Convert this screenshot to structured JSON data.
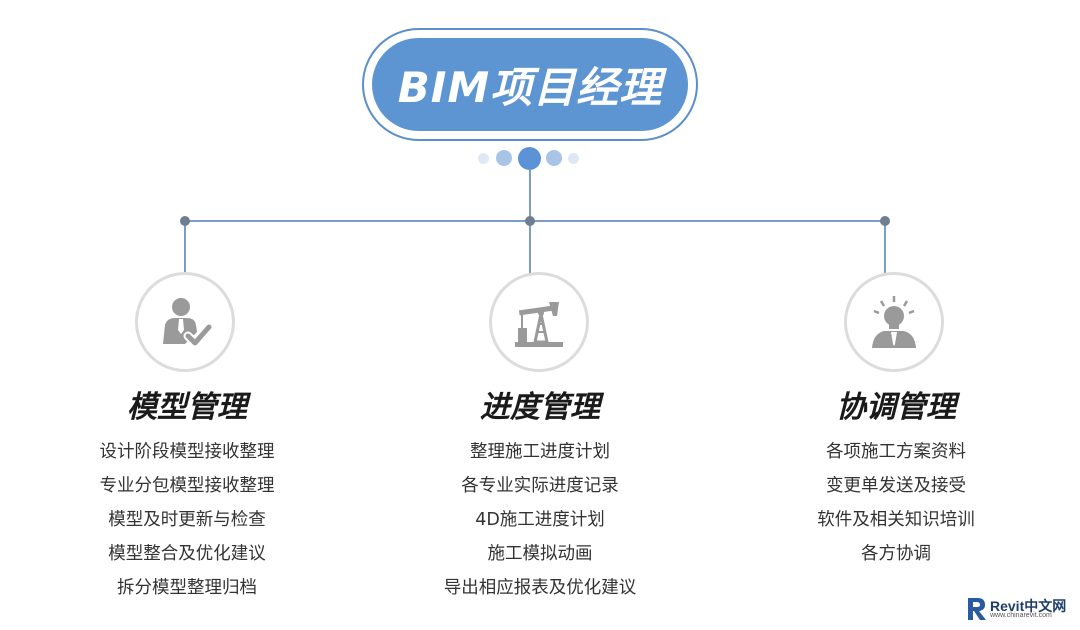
{
  "title": "BIM项目经理",
  "columns": [
    {
      "title": "模型管理",
      "icon": "manager-check-icon",
      "items": [
        "设计阶段模型接收整理",
        "专业分包模型接收整理",
        "模型及时更新与检查",
        "模型整合及优化建议",
        "拆分模型整理归档"
      ]
    },
    {
      "title": "进度管理",
      "icon": "oil-pump-icon",
      "items": [
        "整理施工进度计划",
        "各专业实际进度记录",
        "4D施工进度计划",
        "施工模拟动画",
        "导出相应报表及优化建议"
      ]
    },
    {
      "title": "协调管理",
      "icon": "lightbulb-person-icon",
      "items": [
        "各项施工方案资料",
        "变更单发送及接受",
        "软件及相关知识培训",
        "各方协调"
      ]
    }
  ],
  "watermark": {
    "brand": "Revit中文网",
    "url": "www.chinarevit.com"
  },
  "colors": {
    "title_fill": "#5d95d3",
    "title_border": "#5b8fcb",
    "connector": "#7a9cc6",
    "icon_gray": "#9a9a9a"
  }
}
